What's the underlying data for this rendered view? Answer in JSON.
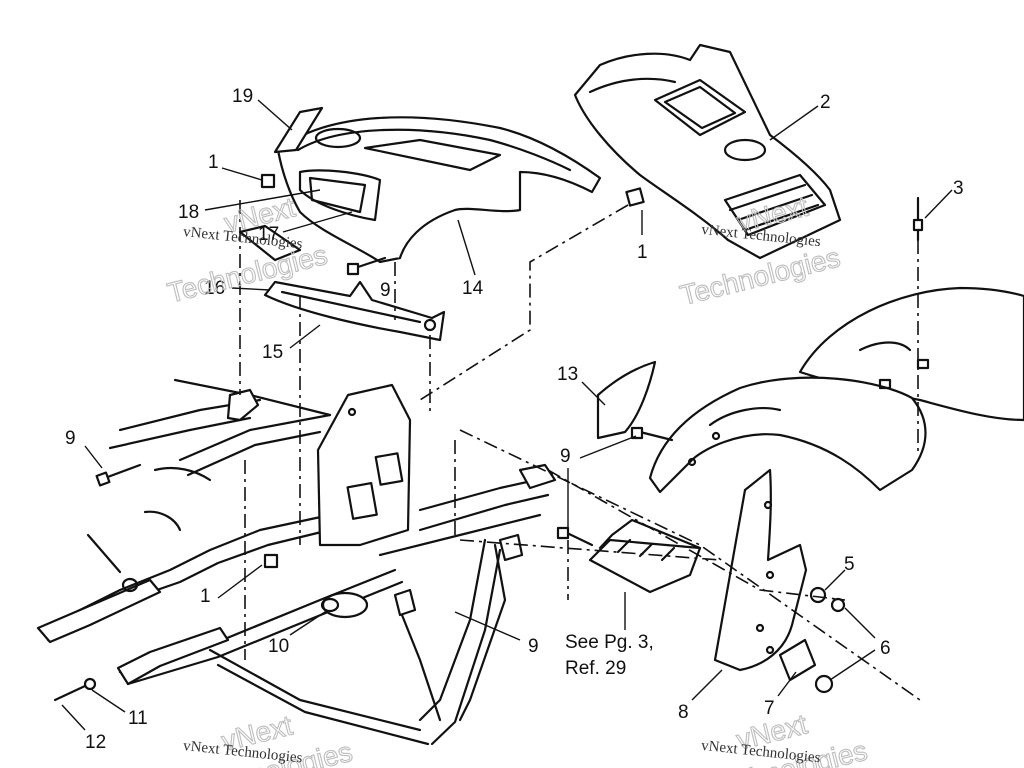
{
  "diagram": {
    "callouts": [
      {
        "id": "19",
        "text": "19"
      },
      {
        "id": "1a",
        "text": "1"
      },
      {
        "id": "18",
        "text": "18"
      },
      {
        "id": "17",
        "text": "17"
      },
      {
        "id": "16",
        "text": "16"
      },
      {
        "id": "15",
        "text": "15"
      },
      {
        "id": "14",
        "text": "14"
      },
      {
        "id": "9a",
        "text": "9"
      },
      {
        "id": "2",
        "text": "2"
      },
      {
        "id": "1b",
        "text": "1"
      },
      {
        "id": "3",
        "text": "3"
      },
      {
        "id": "13",
        "text": "13"
      },
      {
        "id": "9b",
        "text": "9"
      },
      {
        "id": "9c",
        "text": "9"
      },
      {
        "id": "5",
        "text": "5"
      },
      {
        "id": "6",
        "text": "6"
      },
      {
        "id": "1c",
        "text": "1"
      },
      {
        "id": "10",
        "text": "10"
      },
      {
        "id": "9d",
        "text": "9"
      },
      {
        "id": "8",
        "text": "8"
      },
      {
        "id": "7",
        "text": "7"
      },
      {
        "id": "11",
        "text": "11"
      },
      {
        "id": "12",
        "text": "12"
      }
    ],
    "reference_note": {
      "line1": "See Pg. 3,",
      "line2": "Ref. 29"
    }
  },
  "watermark": {
    "small_text": "vNext Technologies",
    "large_line1": "vNext",
    "large_line2": "Technologies"
  }
}
